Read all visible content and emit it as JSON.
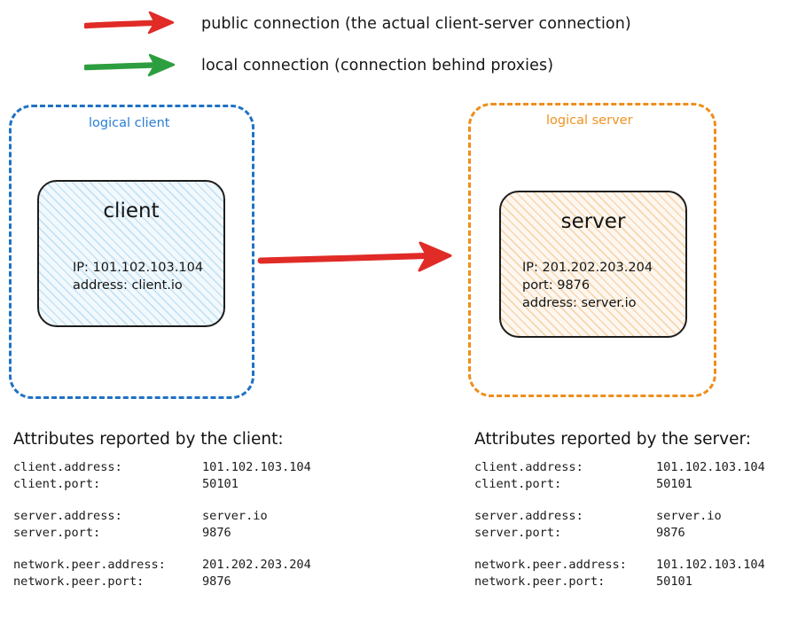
{
  "legend": {
    "items": [
      {
        "arrow_icon": "red-arrow-icon",
        "color": "#e02b27",
        "label": "public connection (the actual client-server connection)"
      },
      {
        "arrow_icon": "green-arrow-icon",
        "color": "#2d9e3f",
        "label": "local connection (connection behind proxies)"
      }
    ]
  },
  "diagram": {
    "client_container": {
      "label": "logical client",
      "border_color": "#1f72c4"
    },
    "server_container": {
      "label": "logical server",
      "border_color": "#ee8e1c"
    },
    "client_node": {
      "title": "client",
      "lines": "IP: 101.102.103.104\naddress: client.io",
      "fill_color": "#f2f9fd",
      "hatch_color": "#c5e2f4"
    },
    "server_node": {
      "title": "server",
      "lines": "IP: 201.202.203.204\nport: 9876\naddress: server.io",
      "fill_color": "#fdf7ef",
      "hatch_color": "#f6d6b2"
    },
    "connection_arrow": {
      "icon": "red-arrow-icon",
      "color": "#e02b27"
    }
  },
  "attributes_client": {
    "heading": "Attributes reported by the client:",
    "groups": [
      {
        "rows": [
          {
            "key": "client.address:",
            "value": "101.102.103.104"
          },
          {
            "key": "client.port:",
            "value": "50101"
          }
        ]
      },
      {
        "indent": true,
        "rows": [
          {
            "key": "server.address:",
            "value": "server.io"
          },
          {
            "key": "server.port:",
            "value": "9876"
          }
        ]
      },
      {
        "rows": [
          {
            "key": "network.peer.address:",
            "value": "201.202.203.204"
          },
          {
            "key": "network.peer.port:",
            "value": "9876"
          }
        ]
      }
    ]
  },
  "attributes_server": {
    "heading": "Attributes reported by the server:",
    "groups": [
      {
        "rows": [
          {
            "key": "client.address:",
            "value": "101.102.103.104"
          },
          {
            "key": "client.port:",
            "value": "50101"
          }
        ]
      },
      {
        "indent": true,
        "rows": [
          {
            "key": "server.address:",
            "value": "server.io"
          },
          {
            "key": "server.port:",
            "value": "9876"
          }
        ]
      },
      {
        "rows": [
          {
            "key": "network.peer.address:",
            "value": "101.102.103.104"
          },
          {
            "key": "network.peer.port:",
            "value": "50101"
          }
        ]
      }
    ]
  }
}
